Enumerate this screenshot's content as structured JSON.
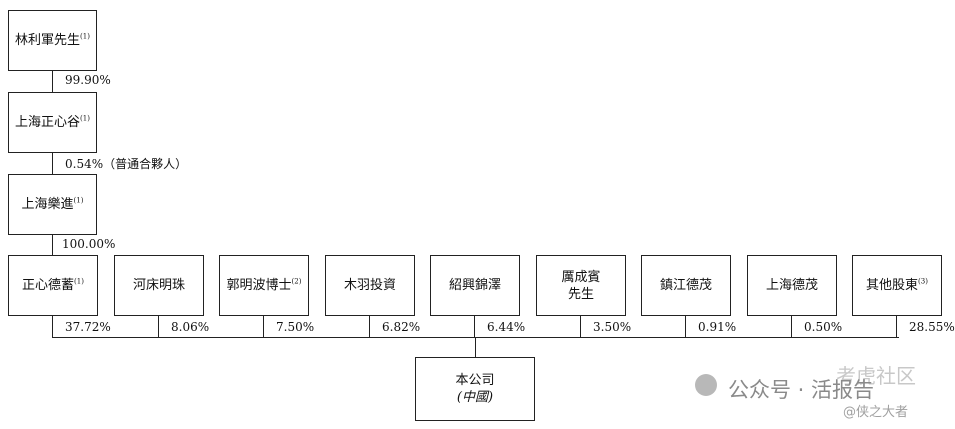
{
  "chain": [
    {
      "name": "林利軍先生",
      "note": "(1)"
    },
    {
      "name": "上海正心谷",
      "note": "(1)"
    },
    {
      "name": "上海樂進",
      "note": "(1)"
    }
  ],
  "chain_pcts": [
    "99.90%",
    "0.54%（普通合夥人）",
    "100.00%"
  ],
  "shareholders": [
    {
      "name": "正心德蓄",
      "note": "(1)",
      "pct": "37.72%"
    },
    {
      "name": "河床明珠",
      "note": "",
      "pct": "8.06%"
    },
    {
      "name": "郭明波博士",
      "note": "(2)",
      "pct": "7.50%"
    },
    {
      "name": "木羽投資",
      "note": "",
      "pct": "6.82%"
    },
    {
      "name": "紹興錦澤",
      "note": "",
      "pct": "6.44%"
    },
    {
      "name": "厲成賓\n先生",
      "note": "",
      "pct": "3.50%"
    },
    {
      "name": "鎮江德茂",
      "note": "",
      "pct": "0.91%"
    },
    {
      "name": "上海德茂",
      "note": "",
      "pct": "0.50%"
    },
    {
      "name": "其他股東",
      "note": "(3)",
      "pct": "28.55%"
    }
  ],
  "company": {
    "name": "本公司",
    "sub": "(中國)"
  },
  "watermark": {
    "line1": "考虎社区",
    "line2": "公众号 · 活报告",
    "line3": "@侠之大者"
  }
}
